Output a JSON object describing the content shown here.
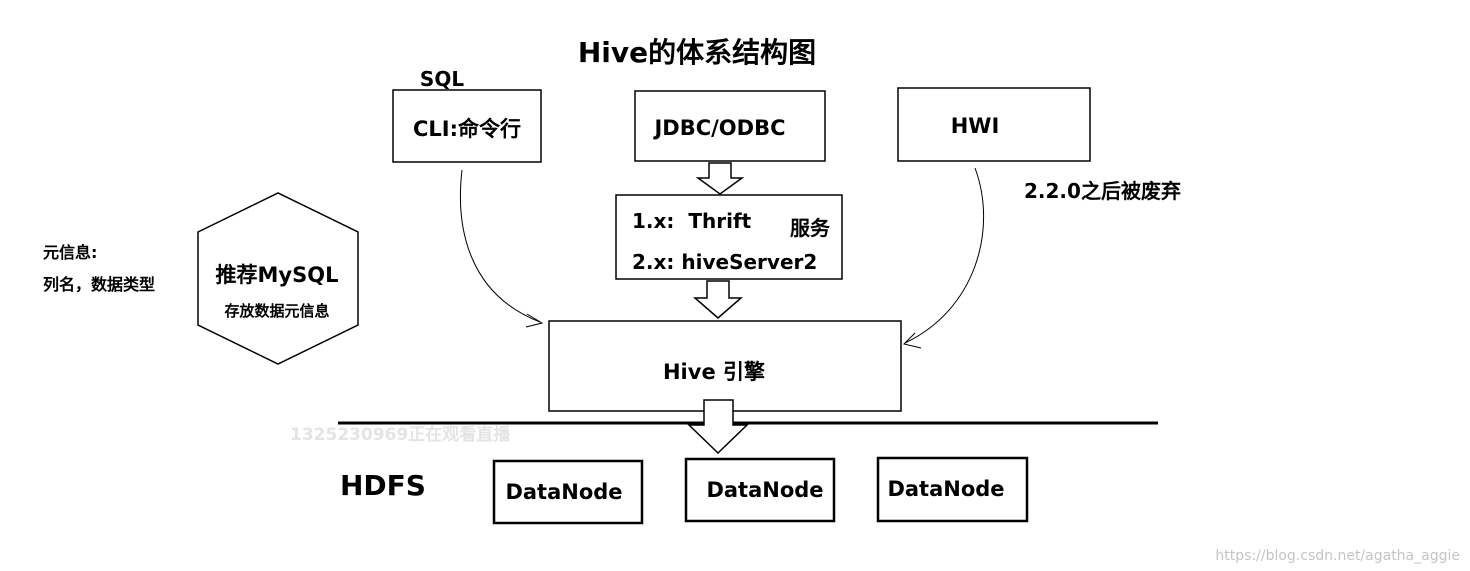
{
  "title": "Hive的体系结构图",
  "sql_label": "SQL",
  "cli_box": "CLI:命令行",
  "jdbc_box": "JDBC/ODBC",
  "hwi_box": "HWI",
  "hwi_note": "2.2.0之后被废弃",
  "service_line1": "1.x:  Thrift",
  "service_line2": "2.x: hiveServer2",
  "service_label": "服务",
  "metadata_note_line1": "元信息:",
  "metadata_note_line2": "列名，数据类型",
  "mysql_title": "推荐MySQL",
  "mysql_subtitle": "存放数据元信息",
  "engine_box": "Hive 引擎",
  "hdfs_label": "HDFS",
  "datanodes": [
    "DataNode",
    "DataNode",
    "DataNode"
  ],
  "overlay_text": "1325230969正在观看直播",
  "watermark": "https://blog.csdn.net/agatha_aggie"
}
